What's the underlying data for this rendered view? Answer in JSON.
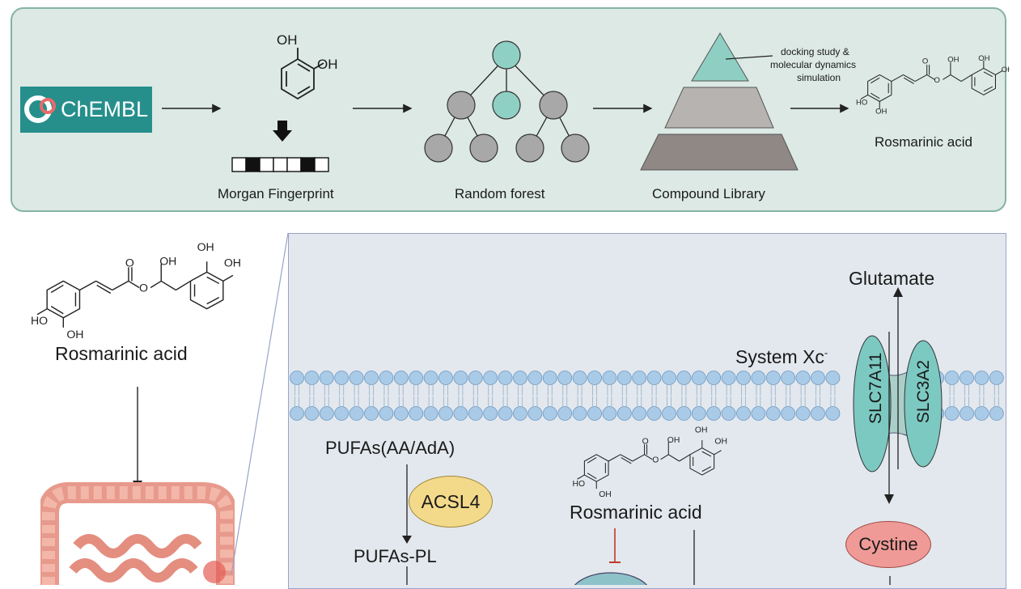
{
  "top": {
    "chembl_logo": "ChEMBL",
    "morgan_label": "Morgan Fingerprint",
    "rf_label": "Random forest",
    "library_label": "Compound Library",
    "docking_line1": "docking study &",
    "docking_line2": "molecular dynamics",
    "docking_line3": "simulation",
    "ra_label": "Rosmarinic acid",
    "catechol_oh1": "OH",
    "catechol_oh2": "OH",
    "fingerprint_bits": [
      0,
      1,
      0,
      0,
      0,
      1,
      0
    ]
  },
  "left": {
    "ra_label": "Rosmarinic acid"
  },
  "mechanism": {
    "glutamate": "Glutamate",
    "system_xc": "System Xc",
    "system_xc_sup": "-",
    "slc7a11": "SLC7A11",
    "slc3a2": "SLC3A2",
    "pufas": "PUFAs(AA/AdA)",
    "acsl4": "ACSL4",
    "pufas_pl": "PUFAs-PL",
    "ra_label": "Rosmarinic acid",
    "cystine": "Cystine"
  },
  "molecule": {
    "oh": "OH",
    "ho": "HO",
    "o": "O"
  },
  "colors": {
    "panel_bg": "#dce9e5",
    "panel_border": "#86b3a6",
    "teal_node": "#8fd0c4",
    "gray_node": "#a8a8a8",
    "chembl": "#268f8c",
    "acsl4": "#f3d98a",
    "cystine": "#ef9a96",
    "transporter": "#7cc9c2",
    "lipid_head": "#a9cbe8",
    "inhibit": "#c0392b"
  }
}
